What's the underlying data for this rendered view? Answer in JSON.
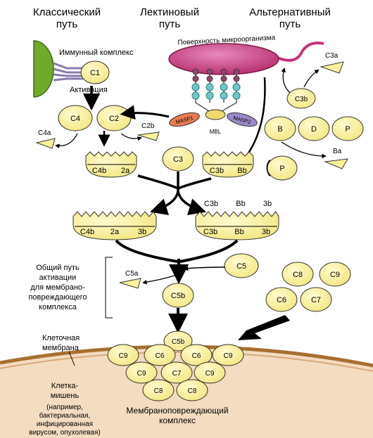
{
  "pathways": {
    "classic": [
      "Классический",
      "путь"
    ],
    "lectin": [
      "Лектиновый",
      "путь"
    ],
    "alternative": [
      "Альтернативный",
      "путь"
    ]
  },
  "labels": {
    "immune_complex": "Иммунный комплекс",
    "activation": "Активация",
    "microbe_surface": "Поверхность микроорганизма",
    "common_path": [
      "Общий путь",
      "активации",
      "для мембрано-",
      "повреждающего",
      "комплекса"
    ],
    "cell_membrane": [
      "Клеточная",
      "мембрана"
    ],
    "target_cell": [
      "Клетка-",
      "мишень",
      "(например,",
      "бактериальная,",
      "инфицированная",
      "вирусом, опухолевая)"
    ],
    "mac": [
      "Мембраноповреждающий",
      "комплекс"
    ]
  },
  "components": {
    "c1": "C1",
    "c4": "C4",
    "c2": "C2",
    "c4a": "C4a",
    "c2b": "C2b",
    "c4b": "C4b",
    "c2a": "2a",
    "c3": "C3",
    "c3b": "C3b",
    "bb": "Bb",
    "p": "P",
    "b": "B",
    "d": "D",
    "ba": "Ba",
    "c3a": "C3a",
    "three_b": "3b",
    "c5": "C5",
    "c5a": "C5a",
    "c5b": "C5b",
    "c6": "C6",
    "c7": "C7",
    "c8": "C8",
    "c9": "C9"
  },
  "lectin_complex": {
    "masp1": "MASP1",
    "masp2": "MASP2",
    "mbl": "MBL"
  },
  "mac_grid": {
    "top": "C5b",
    "row1": [
      "C9",
      "C6",
      "C6",
      "C9"
    ],
    "row2": [
      "C9",
      "C7",
      "C9"
    ],
    "row3": [
      "C8",
      "C8"
    ]
  },
  "colors": {
    "component_fill": "#faf29a",
    "component_stroke": "#333333",
    "microbe": "#c8327a",
    "cell": "#f3dcc0",
    "membrane": "#a86f30",
    "antibody": "#8a7ab0",
    "green_cell": "#6faa2a"
  }
}
